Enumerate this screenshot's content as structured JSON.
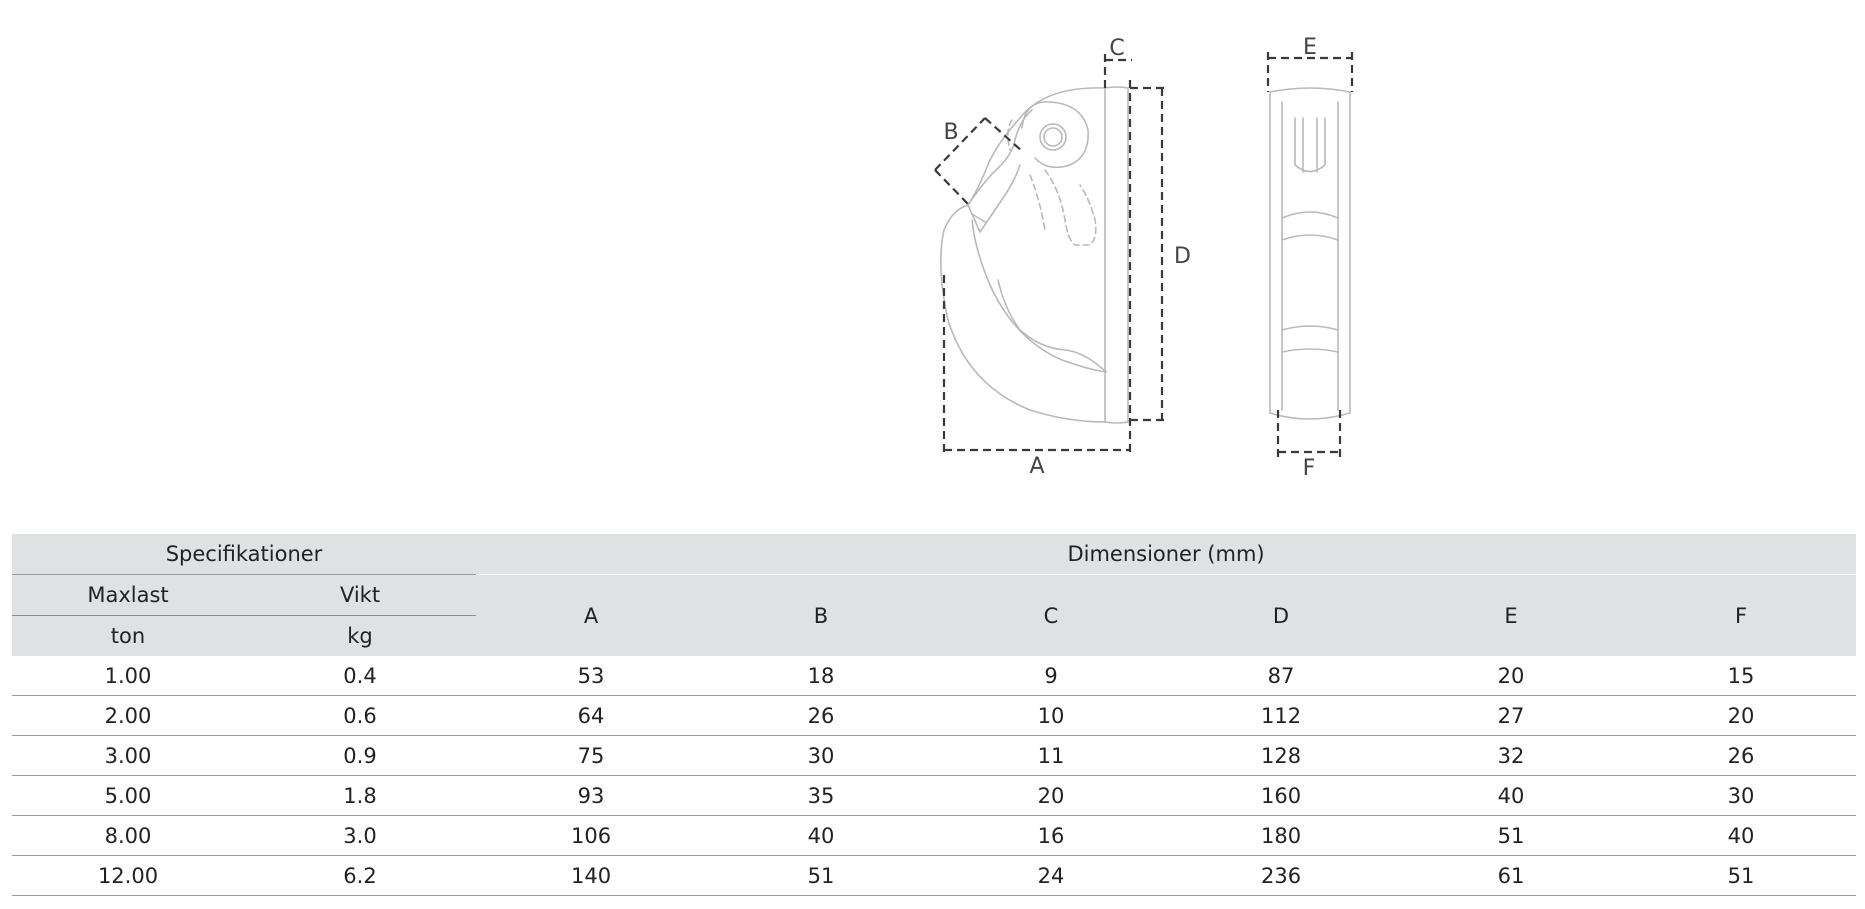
{
  "drawing": {
    "dimension_labels": {
      "a": "A",
      "b": "B",
      "c": "C",
      "d": "D",
      "e": "E",
      "f": "F"
    }
  },
  "table": {
    "group_specs": "Specifikationer",
    "group_dims": "Dimensioner (mm)",
    "maxlast": {
      "label": "Maxlast",
      "unit": "ton"
    },
    "vikt": {
      "label": "Vikt",
      "unit": "kg"
    },
    "dim_cols": [
      "A",
      "B",
      "C",
      "D",
      "E",
      "F"
    ],
    "rows": [
      [
        "1.00",
        "0.4",
        "53",
        "18",
        "9",
        "87",
        "20",
        "15"
      ],
      [
        "2.00",
        "0.6",
        "64",
        "26",
        "10",
        "112",
        "27",
        "20"
      ],
      [
        "3.00",
        "0.9",
        "75",
        "30",
        "11",
        "128",
        "32",
        "26"
      ],
      [
        "5.00",
        "1.8",
        "93",
        "35",
        "20",
        "160",
        "40",
        "30"
      ],
      [
        "8.00",
        "3.0",
        "106",
        "40",
        "16",
        "180",
        "51",
        "40"
      ],
      [
        "12.00",
        "6.2",
        "140",
        "51",
        "24",
        "236",
        "61",
        "51"
      ]
    ]
  }
}
